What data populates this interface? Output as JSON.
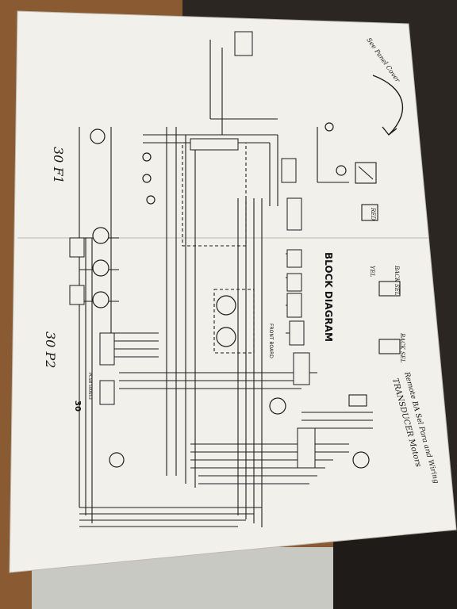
{
  "photo": {
    "colors": {
      "table_wood": "#8a5a33",
      "paper": "#f1f0ea",
      "ink": "#1d1d1d",
      "dark_background": "#2b2622",
      "plastic_bag": "#c9c9c4"
    }
  },
  "schematic": {
    "title": "BLOCK DIAGRAM",
    "page_number": "30",
    "connector_labels": [
      "PCSB 500653"
    ],
    "section_label": "FRONT BOARD"
  },
  "handwritten_notes": {
    "left_top": "30 F1",
    "left_bottom": "30 P2",
    "top_right": "See Panel Cover",
    "bottom_right": "Remote BA Sel Para and Wiring",
    "bottom_right_2": "TRANSDUCER Motors",
    "labels": [
      "BACK SEL",
      "BACK SEL",
      "YEL",
      "RED"
    ]
  }
}
